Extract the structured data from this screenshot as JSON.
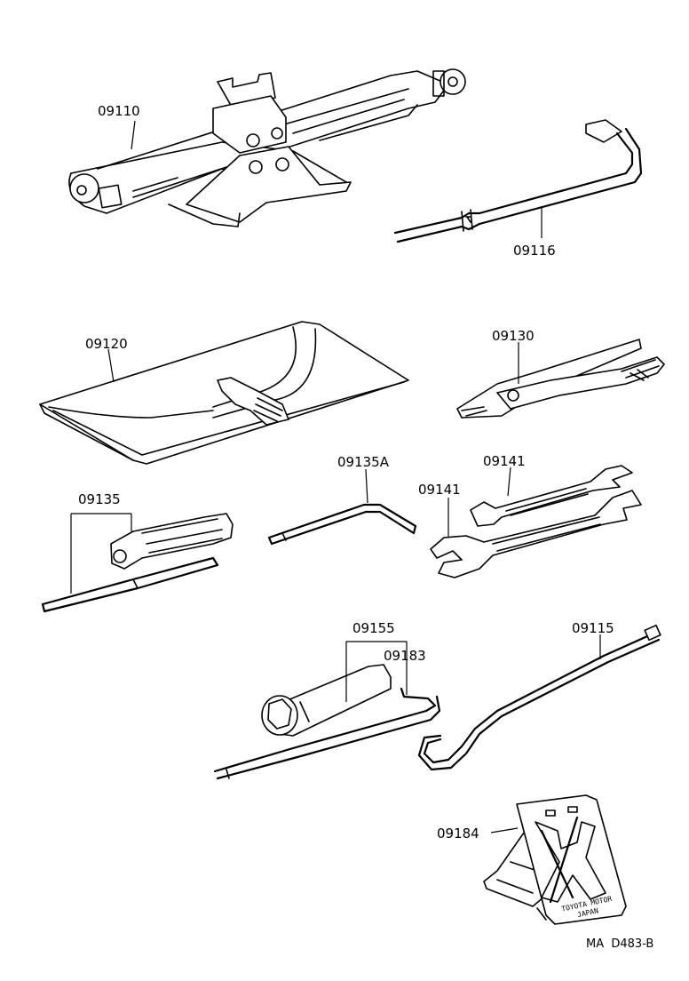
{
  "diagram": {
    "parts": [
      {
        "key": "jack",
        "label": "09110"
      },
      {
        "key": "jack_handle",
        "label": "09116"
      },
      {
        "key": "tool_bag",
        "label": "09120"
      },
      {
        "key": "pliers",
        "label": "09130"
      },
      {
        "key": "screwdriver",
        "label": "09135"
      },
      {
        "key": "screwdriver_alt",
        "label": "09135A"
      },
      {
        "key": "wrench_upper",
        "label": "09141"
      },
      {
        "key": "wrench_lower",
        "label": "09141"
      },
      {
        "key": "wheel_nut_wrench",
        "label": "09155"
      },
      {
        "key": "handle_bar",
        "label": "09183"
      },
      {
        "key": "hook_rod",
        "label": "09115"
      },
      {
        "key": "wheel_chock",
        "label": "09184"
      }
    ],
    "chock_text": [
      "TOYOTA MOTOR",
      "JAPAN"
    ],
    "code": "MA  D483-B"
  }
}
